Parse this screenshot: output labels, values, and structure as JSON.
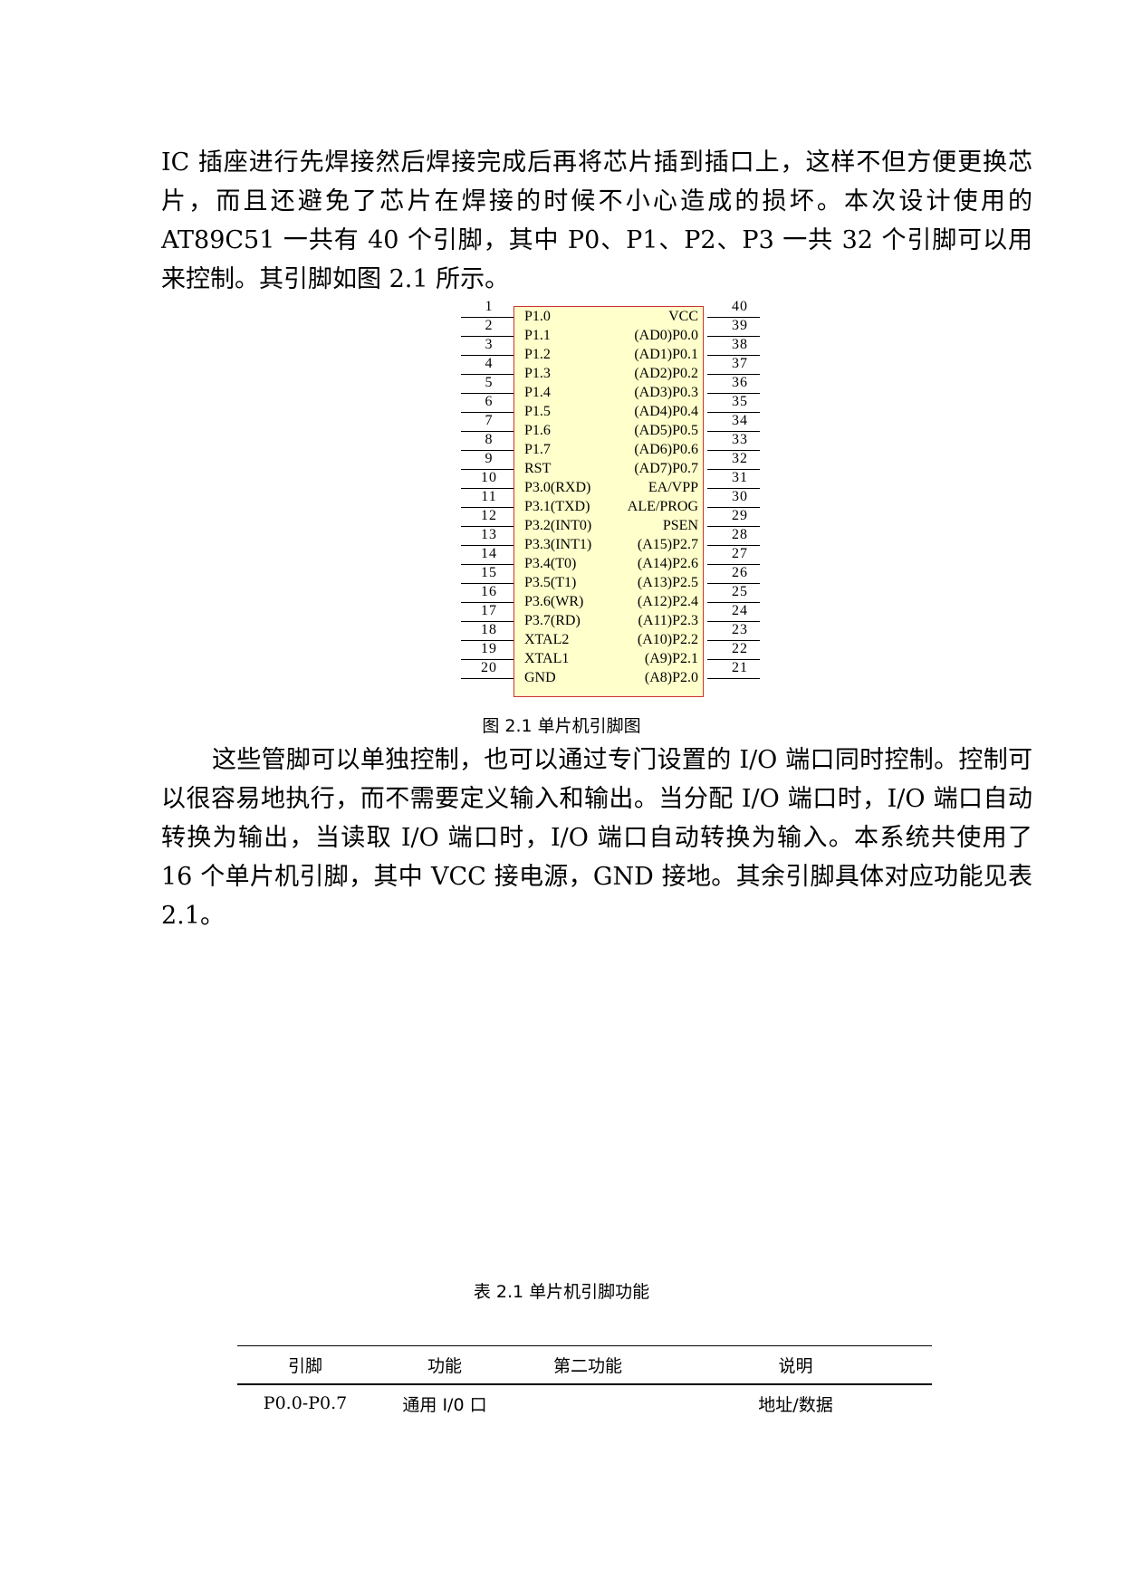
{
  "paragraphs": {
    "p1": "IC 插座进行先焊接然后焊接完成后再将芯片插到插口上，这样不但方便更换芯片，而且还避免了芯片在焊接的时候不小心造成的损坏。本次设计使用的 AT89C51 一共有 40 个引脚，其中 P0、P1、P2、P3 一共 32 个引脚可以用来控制。其引脚如图 2.1 所示。",
    "p2": "这些管脚可以单独控制，也可以通过专门设置的 I/O 端口同时控制。控制可以很容易地执行，而不需要定义输入和输出。当分配 I/O 端口时，I/O 端口自动转换为输出，当读取 I/O 端口时，I/O 端口自动转换为输入。本系统共使用了 16 个单片机引脚，其中 VCC 接电源，GND 接地。其余引脚具体对应功能见表 2.1。"
  },
  "figure": {
    "caption": "图 2.1 单片机引脚图",
    "left_pins": [
      {
        "num": "1",
        "name": "P1.0"
      },
      {
        "num": "2",
        "name": "P1.1"
      },
      {
        "num": "3",
        "name": "P1.2"
      },
      {
        "num": "4",
        "name": "P1.3"
      },
      {
        "num": "5",
        "name": "P1.4"
      },
      {
        "num": "6",
        "name": "P1.5"
      },
      {
        "num": "7",
        "name": "P1.6"
      },
      {
        "num": "8",
        "name": "P1.7"
      },
      {
        "num": "9",
        "name": "RST"
      },
      {
        "num": "10",
        "name": "P3.0(RXD)"
      },
      {
        "num": "11",
        "name": "P3.1(TXD)"
      },
      {
        "num": "12",
        "name": "P3.2(INT0)"
      },
      {
        "num": "13",
        "name": "P3.3(INT1)"
      },
      {
        "num": "14",
        "name": "P3.4(T0)"
      },
      {
        "num": "15",
        "name": "P3.5(T1)"
      },
      {
        "num": "16",
        "name": "P3.6(WR)"
      },
      {
        "num": "17",
        "name": "P3.7(RD)"
      },
      {
        "num": "18",
        "name": "XTAL2"
      },
      {
        "num": "19",
        "name": "XTAL1"
      },
      {
        "num": "20",
        "name": "GND"
      }
    ],
    "right_pins": [
      {
        "num": "40",
        "name": "VCC"
      },
      {
        "num": "39",
        "name": "(AD0)P0.0"
      },
      {
        "num": "38",
        "name": "(AD1)P0.1"
      },
      {
        "num": "37",
        "name": "(AD2)P0.2"
      },
      {
        "num": "36",
        "name": "(AD3)P0.3"
      },
      {
        "num": "35",
        "name": "(AD4)P0.4"
      },
      {
        "num": "34",
        "name": "(AD5)P0.5"
      },
      {
        "num": "33",
        "name": "(AD6)P0.6"
      },
      {
        "num": "32",
        "name": "(AD7)P0.7"
      },
      {
        "num": "31",
        "name": "EA/VPP"
      },
      {
        "num": "30",
        "name": "ALE/PROG"
      },
      {
        "num": "29",
        "name": "PSEN"
      },
      {
        "num": "28",
        "name": "(A15)P2.7"
      },
      {
        "num": "27",
        "name": "(A14)P2.6"
      },
      {
        "num": "26",
        "name": "(A13)P2.5"
      },
      {
        "num": "25",
        "name": "(A12)P2.4"
      },
      {
        "num": "24",
        "name": "(A11)P2.3"
      },
      {
        "num": "23",
        "name": "(A10)P2.2"
      },
      {
        "num": "22",
        "name": "(A9)P2.1"
      },
      {
        "num": "21",
        "name": "(A8)P2.0"
      }
    ]
  },
  "table": {
    "caption": "表 2.1 单片机引脚功能",
    "headers": [
      "引脚",
      "功能",
      "第二功能",
      "说明"
    ],
    "rows": [
      [
        "P0.0-P0.7",
        "通用 I/0 口",
        "",
        "地址/数据"
      ]
    ]
  }
}
